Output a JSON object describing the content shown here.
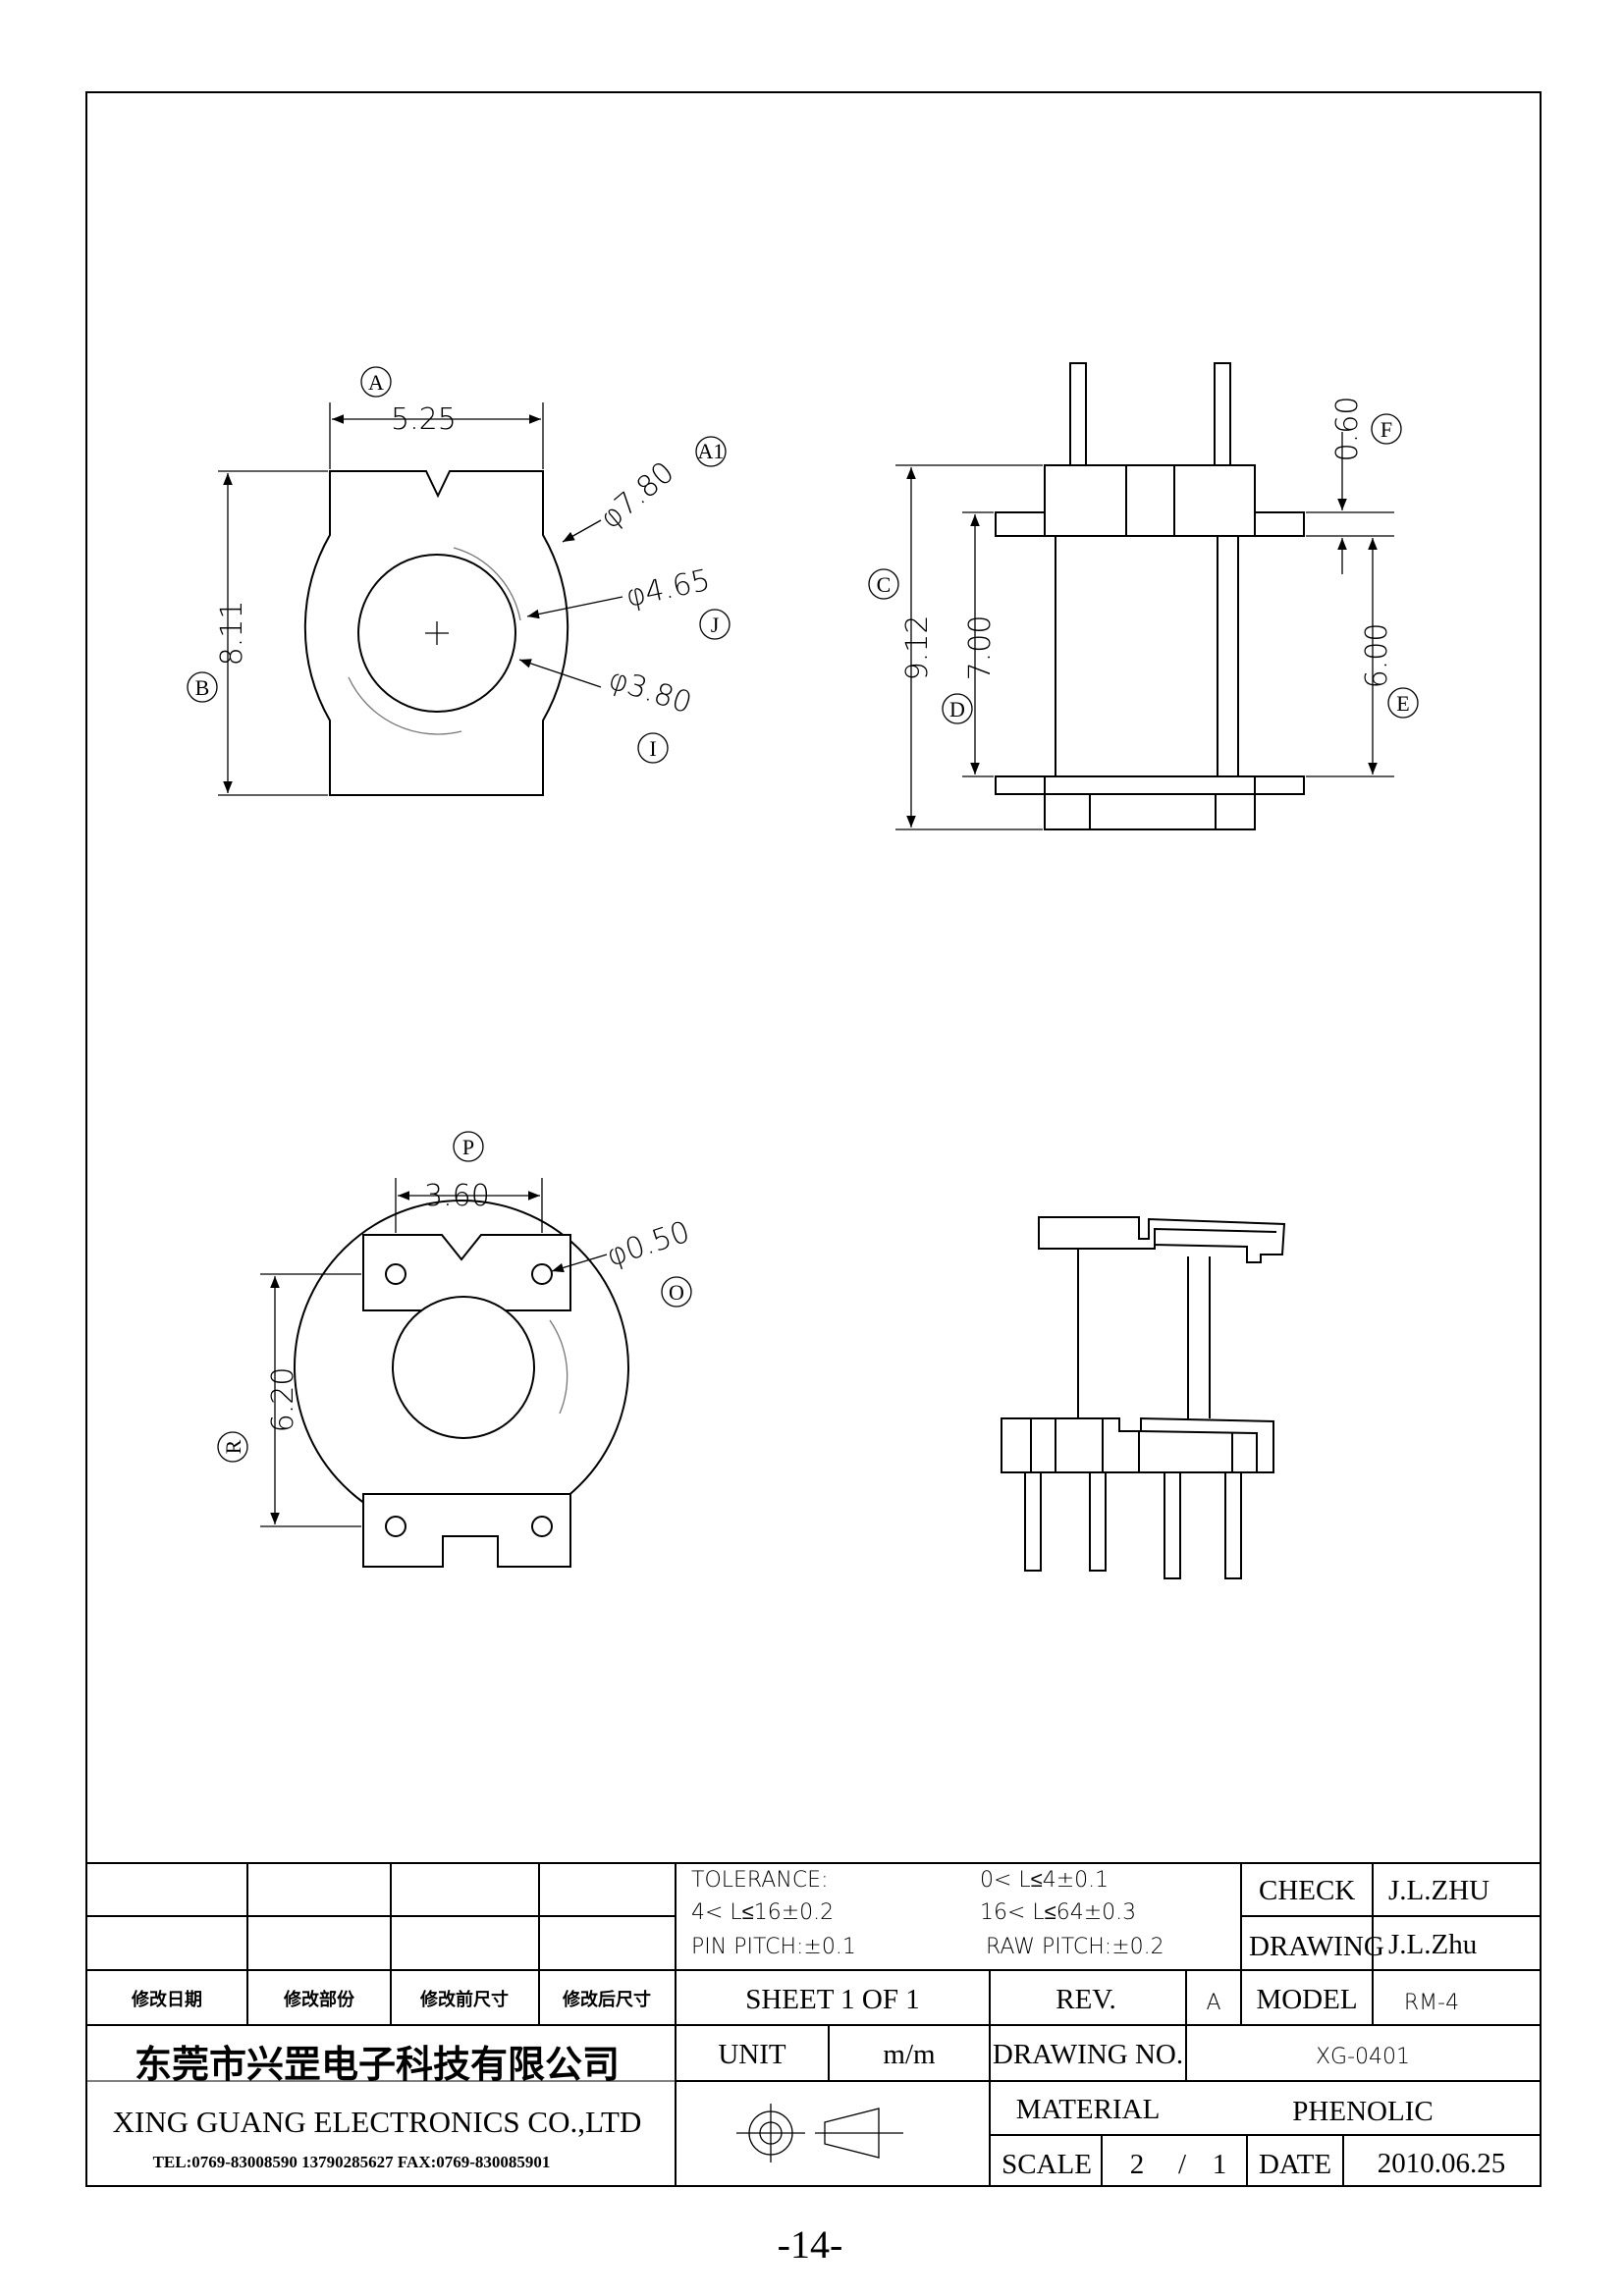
{
  "front_view": {
    "width_label": "A",
    "width_value": "5.25",
    "height_label": "B",
    "height_value": "8.11",
    "outer_dia_label": "A1",
    "outer_dia_value": "φ7.80",
    "mid_dia_label": "J",
    "mid_dia_value": "φ4.65",
    "inner_dia_label": "I",
    "inner_dia_value": "φ3.80"
  },
  "side_view": {
    "overall_label": "C",
    "overall_value": "9.12",
    "body_label": "D",
    "body_value": "7.00",
    "flange_label": "F",
    "flange_value": "0.60",
    "gap_label": "E",
    "gap_value": "6.00"
  },
  "bottom_view": {
    "pitch_label": "P",
    "pitch_value": "3.60",
    "hole_label": "O",
    "hole_value": "φ0.50",
    "row_label": "R",
    "row_value": "6.20"
  },
  "title_block": {
    "rev_headers": [
      "修改日期",
      "修改部份",
      "修改前尺寸",
      "修改后尺寸"
    ],
    "tolerance_title": "TOLERANCE:",
    "tol_1": "0< L≤4±0.1",
    "tol_2": "4< L≤16±0.2",
    "tol_3": "16< L≤64±0.3",
    "pin_pitch": "PIN PITCH:±0.1",
    "raw_pitch": "RAW PITCH:±0.2",
    "check_label": "CHECK",
    "check_value": "J.L.ZHU",
    "drawing_label": "DRAWING",
    "drawing_value": "J.L.Zhu",
    "sheet": "SHEET 1 OF 1",
    "rev_label": "REV.",
    "rev_value": "A",
    "model_label": "MODEL",
    "model_value": "RM-4",
    "unit_label": "UNIT",
    "unit_value": "m/m",
    "drawing_no_label": "DRAWING NO.",
    "drawing_no_value": "XG-0401",
    "material_label": "MATERIAL",
    "material_value": "PHENOLIC",
    "scale_label": "SCALE",
    "scale_num": "2",
    "scale_sep": "/",
    "scale_den": "1",
    "date_label": "DATE",
    "date_value": "2010.06.25",
    "company_cn": "东莞市兴罡电子科技有限公司",
    "company_en": "XING GUANG ELECTRONICS CO.,LTD",
    "company_tel": "TEL:0769-83008590 13790285627 FAX:0769-830085901"
  },
  "page_number": "-14-"
}
